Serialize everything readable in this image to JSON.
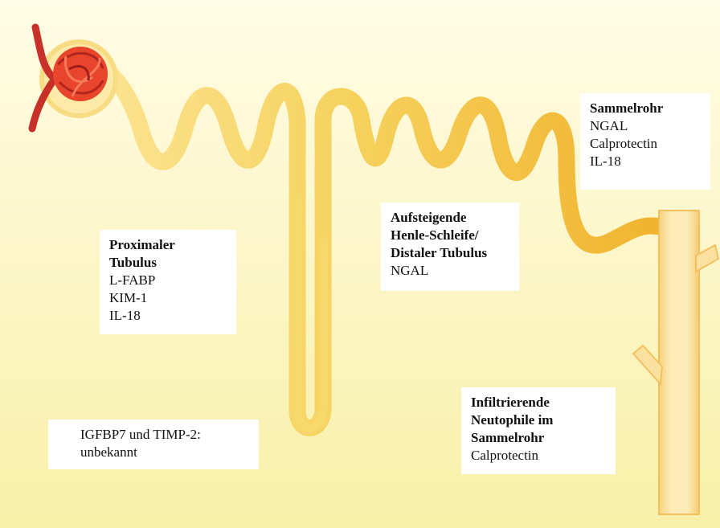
{
  "colors": {
    "background_top": "#fffbe0",
    "background_bottom": "#f7ee9e",
    "tubule_proximal": "#f7d86a",
    "tubule_distal": "#f2b733",
    "collecting_duct": "#fae2a0",
    "glomerulus": "#e8452c",
    "arteriole": "#c8302a"
  },
  "labels": {
    "proximal": {
      "title": "Proximaler Tubulus",
      "title_line1": "Proximaler",
      "title_line2": "Tubulus",
      "markers": [
        "L-FABP",
        "KIM-1",
        "IL-18"
      ]
    },
    "henle": {
      "title_line1": "Aufsteigende",
      "title_line2": "Henle-Schleife/",
      "title_line3": "Distaler Tubulus",
      "markers": [
        "NGAL"
      ]
    },
    "collecting": {
      "title": "Sammelrohr",
      "markers": [
        "NGAL",
        "Calprotectin",
        "IL-18"
      ]
    },
    "neutrophils": {
      "title_line1": "Infiltrierende",
      "title_line2": "Neutophile im",
      "title_line3": "Sammelrohr",
      "markers": [
        "Calprotectin"
      ]
    },
    "unknown": {
      "line1": "IGFBP7 und TIMP-2:",
      "line2": "unbekannt"
    }
  }
}
